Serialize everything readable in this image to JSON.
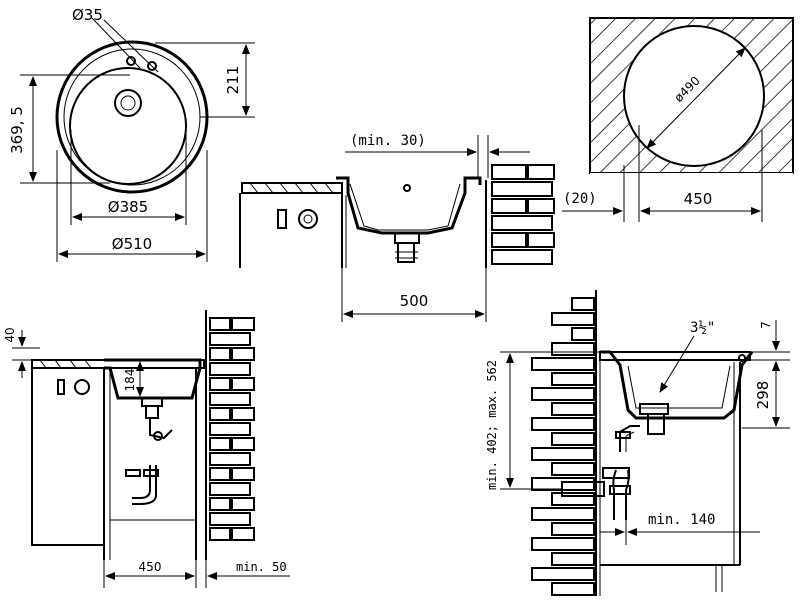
{
  "views": {
    "top_view": {
      "dims": {
        "tap_hole": "Ø35",
        "tap_offset": "211",
        "bowl_offset": "369, 5",
        "bowl_diameter": "Ø385",
        "outer_diameter": "Ø510"
      }
    },
    "cross_section": {
      "dims": {
        "min_clearance": "(min. 30)",
        "cabinet_width": "500"
      }
    },
    "cutout": {
      "dims": {
        "cut_diameter": "ø490",
        "edge_gap": "(20)",
        "cabinet_width": "450"
      }
    },
    "front_install": {
      "dims": {
        "top_thickness": "40",
        "bowl_depth": "184",
        "cabinet_width": "450",
        "wall_gap": "min. 50"
      }
    },
    "side_install": {
      "dims": {
        "drain_size": "3½\"",
        "rim_height": "7",
        "bowl_height": "298",
        "drain_height": "min. 402; max. 562",
        "wall_offset": "min. 140"
      }
    }
  }
}
